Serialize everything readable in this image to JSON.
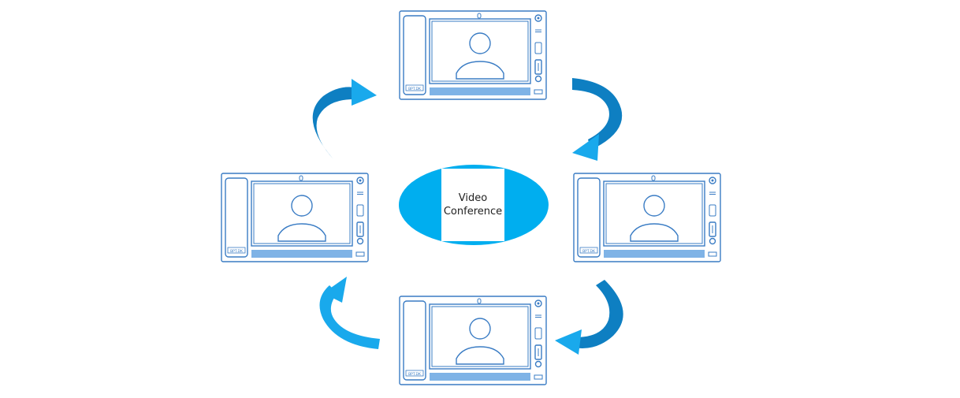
{
  "center": {
    "label_line1": "Video",
    "label_line2": "Conference",
    "color": "#00aeef"
  },
  "monitors": [
    {
      "id": "top",
      "brand": "BPT.DK"
    },
    {
      "id": "left",
      "brand": "BPT.DK"
    },
    {
      "id": "right",
      "brand": "BPT.DK"
    },
    {
      "id": "bottom",
      "brand": "BPT.DK"
    }
  ],
  "colors": {
    "device_outline": "#3a7cc4",
    "arrow_dark": "#0e7fc2",
    "arrow_light": "#19a9ec"
  }
}
